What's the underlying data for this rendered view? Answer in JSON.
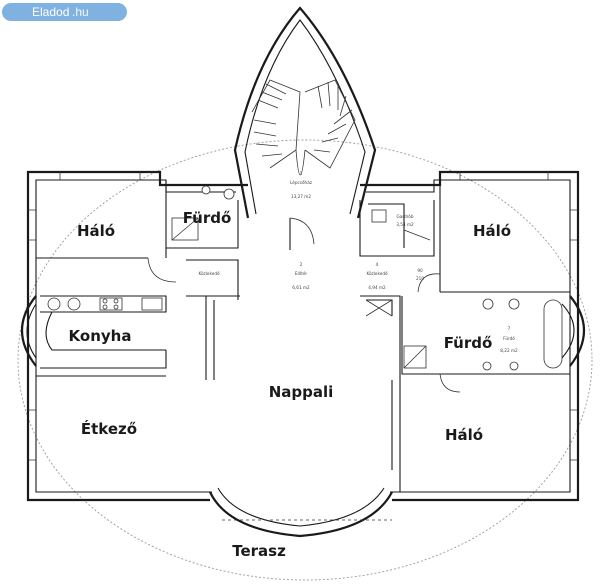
{
  "watermark": {
    "brand": "Eladod",
    "tld": ".hu"
  },
  "rooms": {
    "halo_left": "Háló",
    "furdo_top": "Fürdő",
    "halo_right_top": "Háló",
    "konyha": "Konyha",
    "furdo_right": "Fürdő",
    "nappali": "Nappali",
    "etkezo": "Étkező",
    "halo_right_bottom": "Háló",
    "terasz": "Terasz"
  },
  "small_labels": {
    "r1_num": "1",
    "r1_name": "Lépcsőház",
    "r1_area": "13,27 m2",
    "r2_num": "2",
    "r2_name": "Előtér",
    "r2_area": "6,61 m2",
    "r3_name": "Közlekedő",
    "r4_num": "4",
    "r4_name": "Közlekedő",
    "r4_area": "4,94 m2",
    "r5_name": "Gardrób",
    "r5_area": "3,54 m2",
    "r7_num": "7",
    "r7_name": "Fürdő",
    "r7_area": "8,22 m2",
    "dim_90": "90",
    "dim_210": "210"
  }
}
